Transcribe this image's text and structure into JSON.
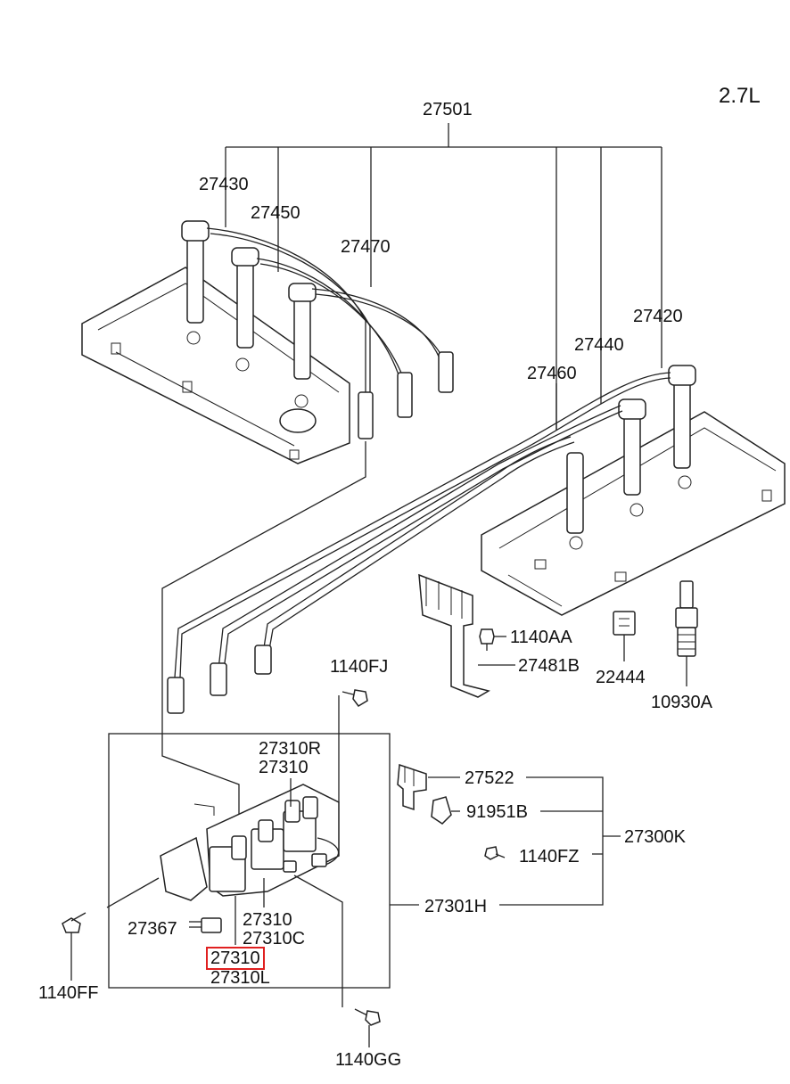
{
  "engine_label": "2.7L",
  "highlight_color": "#e02020",
  "labels": {
    "p27501": "27501",
    "p27430": "27430",
    "p27450": "27450",
    "p27470": "27470",
    "p27420": "27420",
    "p27440": "27440",
    "p27460": "27460",
    "p1140AA": "1140AA",
    "p27481B": "27481B",
    "p22444": "22444",
    "p10930A": "10930A",
    "p1140FJ": "1140FJ",
    "p27310R": "27310R",
    "p27310_top": "27310",
    "p27522": "27522",
    "p91951B": "91951B",
    "p27300K": "27300K",
    "p1140FZ": "1140FZ",
    "p27301H": "27301H",
    "p27367": "27367",
    "p27310_mid": "27310",
    "p27310C": "27310C",
    "p27310_sel": "27310",
    "p27310L": "27310L",
    "p1140FF": "1140FF",
    "p1140GG": "1140GG"
  }
}
